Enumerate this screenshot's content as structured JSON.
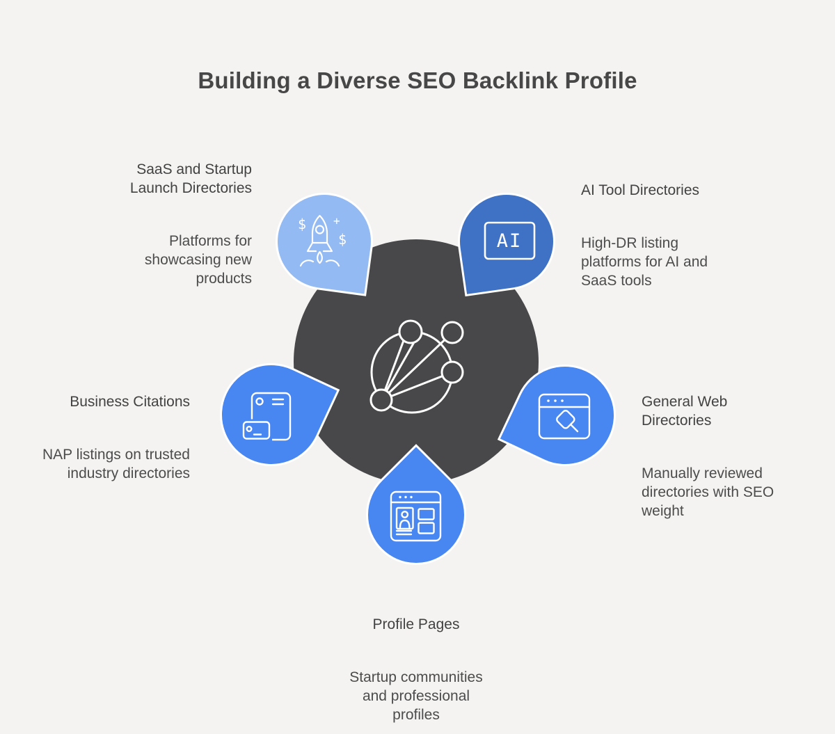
{
  "title": "Building a Diverse SEO Backlink Profile",
  "colors": {
    "background": "#F4F3F1",
    "hub_circle": "#48484A",
    "petal_light_blue": "#94BAF4",
    "petal_dark_blue": "#3F72C4",
    "petal_bright_blue": "#4886F2",
    "petal_border": "#FFFFFF",
    "icon_stroke": "#FFFFFF",
    "text": "#4C4C4C"
  },
  "hub": {
    "icon": "network-graph-icon"
  },
  "nodes": [
    {
      "id": "saas-launch-directories",
      "position": "top-left",
      "heading": "SaaS and Startup\nLaunch Directories",
      "body": "Platforms for\nshowcasing new\nproducts",
      "icon": "rocket-launch-icon",
      "icon_glyphs": {
        "left": "$",
        "top_right": "+",
        "right": "$"
      },
      "petal_color": "#94BAF4"
    },
    {
      "id": "ai-tool-directories",
      "position": "top-right",
      "heading": "AI Tool Directories",
      "body": "High-DR listing\nplatforms for AI and\nSaaS tools",
      "icon": "ai-chip-icon",
      "icon_label": "AI",
      "petal_color": "#3F72C4"
    },
    {
      "id": "business-citations",
      "position": "left",
      "heading": "Business Citations",
      "body": "NAP listings on trusted\nindustry directories",
      "icon": "citation-cards-icon",
      "petal_color": "#4886F2"
    },
    {
      "id": "general-web-directories",
      "position": "right",
      "heading": "General Web Directories",
      "body": "Manually reviewed\ndirectories with SEO\nweight",
      "icon": "browser-pin-icon",
      "petal_color": "#4886F2"
    },
    {
      "id": "profile-pages",
      "position": "bottom",
      "heading": "Profile Pages",
      "body": "Startup communities\nand professional\nprofiles",
      "icon": "profile-card-icon",
      "petal_color": "#4886F2"
    }
  ]
}
